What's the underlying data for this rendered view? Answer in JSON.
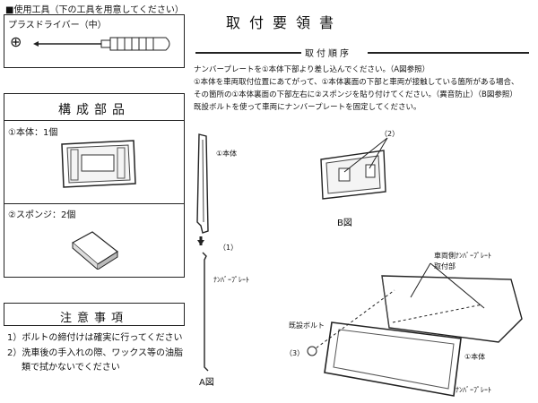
{
  "tools": {
    "heading": "■使用工具（下の工具を用意してください）",
    "item": "プラスドライバー（中）",
    "symbol": "⊕"
  },
  "parts": {
    "title": "構成部品",
    "body": "①本体：1個",
    "sponge": "②スポンジ：2個"
  },
  "cautions": {
    "title": "注意事項",
    "items": [
      "1）ボルトの締付けは確実に行ってください",
      "2）洗車後の手入れの際、ワックス等の油脂",
      "類で拭かないでください"
    ]
  },
  "main": {
    "title": "取付要領書",
    "heading": "取付順序",
    "lines": [
      "ナンバープレートを①本体下部より差し込んでください。（A図参照）",
      "①本体を車両取付位置にあてがって、①本体裏面の下部と車両が接触している箇所がある場合、",
      "その箇所の①本体裏面の下部左右に②スポンジを貼り付けてください。（異音防止）（B図参照）",
      "既設ボルトを使って車両にナンバープレートを固定してください。"
    ]
  },
  "figA": {
    "label_body": "①本体",
    "label_step": "（1）",
    "label_plate": "ﾅﾝﾊﾞｰﾌﾟﾚｰﾄ",
    "caption": "A図"
  },
  "figB": {
    "label_2": "（2）",
    "caption": "B図"
  },
  "figC": {
    "label_vehicle": "車両側ﾅﾝﾊﾞｰﾌﾟﾚｰﾄ",
    "label_vehicle2": "取付部",
    "label_bolt": "既設ボルト",
    "label_3": "（3）",
    "label_body": "①本体",
    "label_plate": "ﾅﾝﾊﾞｰﾌﾟﾚｰﾄ"
  }
}
